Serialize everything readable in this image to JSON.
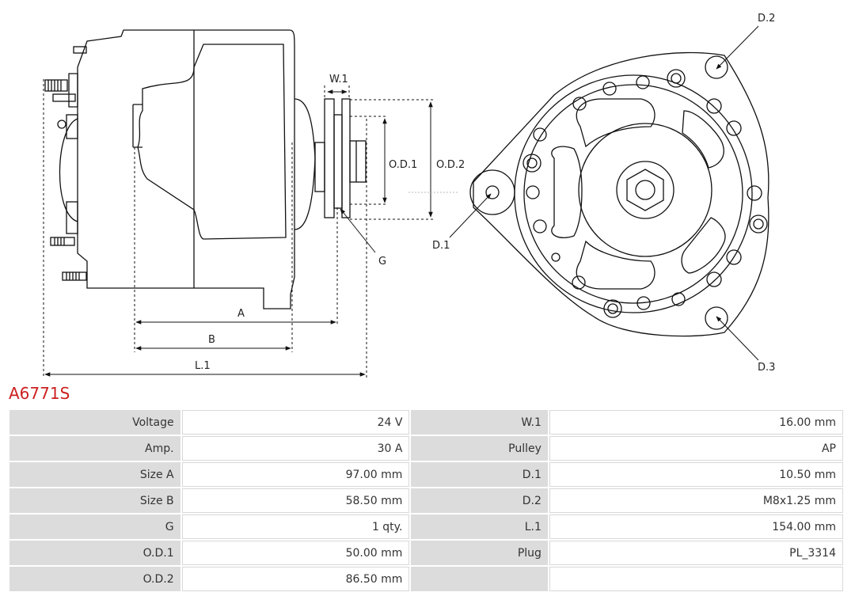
{
  "part_number": "A6771S",
  "drawing_labels": {
    "w1": "W.1",
    "od1": "O.D.1",
    "od2": "O.D.2",
    "g": "G",
    "a": "A",
    "b": "B",
    "l1": "L.1",
    "d1": "D.1",
    "d2": "D.2",
    "d3": "D.3"
  },
  "specs": [
    {
      "left_label": "Voltage",
      "left_value": "24 V",
      "right_label": "W.1",
      "right_value": "16.00 mm"
    },
    {
      "left_label": "Amp.",
      "left_value": "30 A",
      "right_label": "Pulley",
      "right_value": "AP"
    },
    {
      "left_label": "Size A",
      "left_value": "97.00 mm",
      "right_label": "D.1",
      "right_value": "10.50 mm"
    },
    {
      "left_label": "Size B",
      "left_value": "58.50 mm",
      "right_label": "D.2",
      "right_value": "M8x1.25 mm"
    },
    {
      "left_label": "G",
      "left_value": "1 qty.",
      "right_label": "L.1",
      "right_value": "154.00 mm"
    },
    {
      "left_label": "O.D.1",
      "left_value": "50.00 mm",
      "right_label": "Plug",
      "right_value": "PL_3314"
    },
    {
      "left_label": "O.D.2",
      "left_value": "86.50 mm",
      "right_label": "",
      "right_value": ""
    }
  ]
}
